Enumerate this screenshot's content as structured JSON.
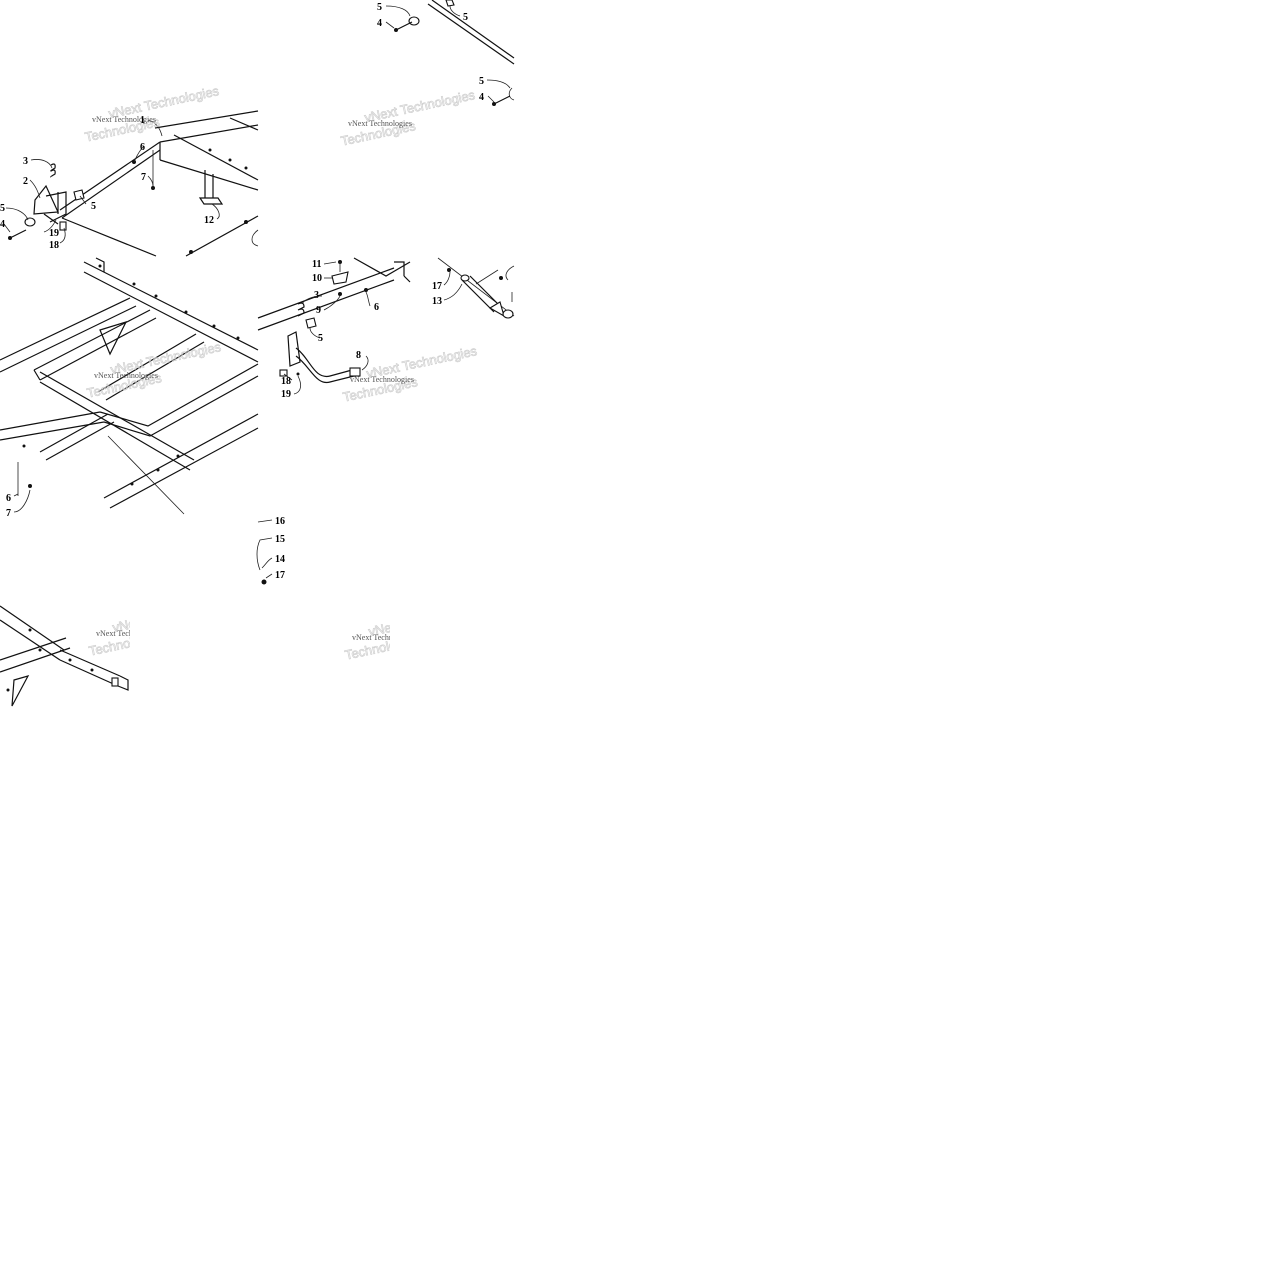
{
  "watermark": {
    "line1": "vNext Technologies",
    "line2": "Technologies"
  },
  "callouts": [
    {
      "id": "c-top-5a",
      "label": "5"
    },
    {
      "id": "c-top-4a",
      "label": "4"
    },
    {
      "id": "c-top-5b",
      "label": "5"
    },
    {
      "id": "c-top-5c",
      "label": "5"
    },
    {
      "id": "c-top-4b",
      "label": "4"
    },
    {
      "id": "c-1",
      "label": "1"
    },
    {
      "id": "c-6a",
      "label": "6"
    },
    {
      "id": "c-3a",
      "label": "3"
    },
    {
      "id": "c-7a",
      "label": "7"
    },
    {
      "id": "c-2",
      "label": "2"
    },
    {
      "id": "c-5d",
      "label": "5"
    },
    {
      "id": "c-5e",
      "label": "5"
    },
    {
      "id": "c-4c",
      "label": "4"
    },
    {
      "id": "c-19a",
      "label": "19"
    },
    {
      "id": "c-18a",
      "label": "18"
    },
    {
      "id": "c-12",
      "label": "12"
    },
    {
      "id": "c-11",
      "label": "11"
    },
    {
      "id": "c-10",
      "label": "10"
    },
    {
      "id": "c-3b",
      "label": "3"
    },
    {
      "id": "c-9",
      "label": "9"
    },
    {
      "id": "c-6b",
      "label": "6"
    },
    {
      "id": "c-5f",
      "label": "5"
    },
    {
      "id": "c-8",
      "label": "8"
    },
    {
      "id": "c-18b",
      "label": "18"
    },
    {
      "id": "c-19b",
      "label": "19"
    },
    {
      "id": "c-17a",
      "label": "17"
    },
    {
      "id": "c-13",
      "label": "13"
    },
    {
      "id": "c-6c",
      "label": "6"
    },
    {
      "id": "c-7b",
      "label": "7"
    },
    {
      "id": "c-16",
      "label": "16"
    },
    {
      "id": "c-15",
      "label": "15"
    },
    {
      "id": "c-14",
      "label": "14"
    },
    {
      "id": "c-17b",
      "label": "17"
    }
  ]
}
